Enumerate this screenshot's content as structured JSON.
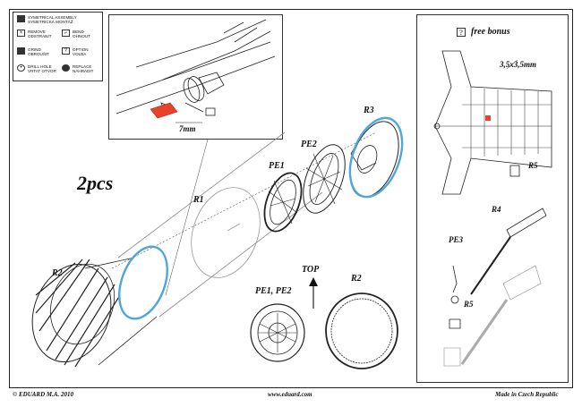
{
  "legend": {
    "items": [
      {
        "icon": "symmetrical-assembly-icon",
        "text": "Symetrical assembly\nSymetrická montáž"
      },
      {
        "icon": "remove-icon",
        "text": "Remove\nOdstranit"
      },
      {
        "icon": "bend-icon",
        "text": "Bend\nOhnout"
      },
      {
        "icon": "grind-icon",
        "text": "Grind\nObroušit"
      },
      {
        "icon": "option-icon",
        "text": "Option\nVolba"
      },
      {
        "icon": "drill-hole-icon",
        "text": "Drill hole\nVrtat otvor"
      },
      {
        "icon": "replace-icon",
        "text": "Replace\nNahradit"
      }
    ]
  },
  "inset": {
    "dimension": "7mm"
  },
  "main": {
    "quantity": "2pcs",
    "labels": {
      "r1": "R1",
      "r2_top": "R2",
      "r2_left": "R2",
      "r3": "R3",
      "pe1": "PE1",
      "pe2": "PE2",
      "pe1_pe2": "PE1, PE2",
      "top": "TOP"
    }
  },
  "bonus": {
    "title": "free bonus",
    "dimension": "3,5x3,5mm",
    "labels": {
      "r5_top": "R5",
      "r4": "R4",
      "pe3": "PE3",
      "r5_bottom": "R5"
    }
  },
  "footer": {
    "copyright": "© EDUARD  M.A. 2010",
    "website": "www.eduard.com",
    "origin": "Made in Czech Republic"
  },
  "colors": {
    "highlight_ring": "#4fa7d8",
    "mark": "#e8412c"
  }
}
